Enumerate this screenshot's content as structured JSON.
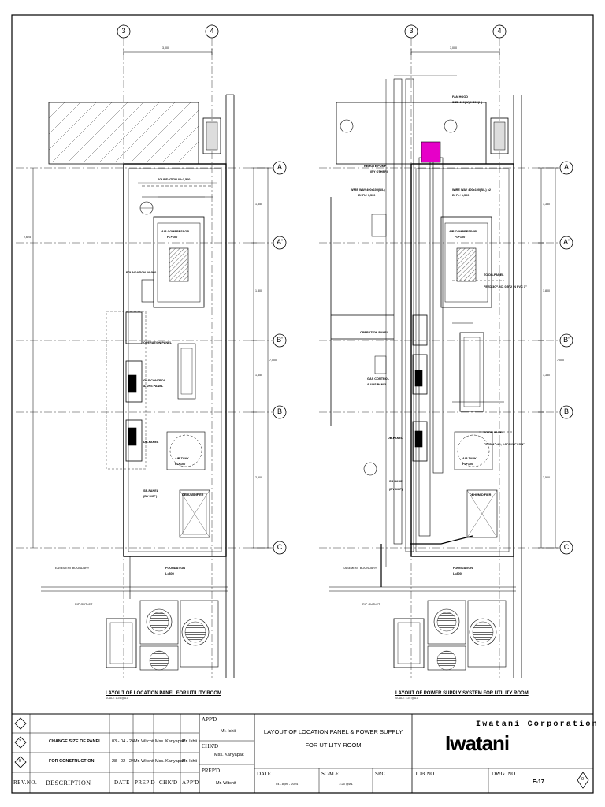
{
  "sheet": {
    "left_title": "LAYOUT OF LOCATION PANEL FOR UTILITY ROOM",
    "left_scale": "SCALE 1:25 @A1",
    "right_title": "LAYOUT OF POWER SUPPLY SYSTEM FOR UTILITY ROOM",
    "right_scale": "SCALE 1:25 @A1"
  },
  "grid": {
    "cols": [
      "3",
      "4"
    ],
    "rows": [
      "A",
      "A'",
      "B'",
      "B",
      "C"
    ],
    "col_dim": "3,000",
    "row_dims": [
      "1,350",
      "1,800",
      "1,350",
      "2,500"
    ],
    "total_dim": "7,000",
    "overall_left": "2,625"
  },
  "left_plan": {
    "labels": {
      "foundation_top": "FOUNDATION W=1,500",
      "compressor": "AIR COMPRESSOR",
      "compressor_fl": "FL+100",
      "foundation_small": "FOUNDATION W=500",
      "operation_panel": "OPERATION PANEL",
      "gas_control": "GAS CONTROL",
      "ups_panel": "& UPS PANEL",
      "db_panel": "DB-PANEL",
      "air_tank": "AIR TANK",
      "air_tank_fl": "FL+100",
      "sb_panel": "SB-PANEL",
      "by_mcp": "(BY MCP)",
      "dehumidifier": "DEHUMIDIFIER",
      "foundation_bottom": "FOUNDATION",
      "foundation_bottom_l": "L=800",
      "easement": "EASEMENT BOUNDARY",
      "rip_outlet": "RIP OUTLET"
    }
  },
  "right_plan": {
    "labels": {
      "fan_hood": "FAN HOOD",
      "fan_hood_size": "SIZE 300(W) X 500(H)",
      "remote_pump": "REMOTE PUMP",
      "by_other": "(BY OTHER)",
      "wire_left": "WIRE WAY 400x100(B/L)",
      "wire_left_fl": "B+FL+1,500",
      "wire_right": "WIRE WAY 400x100(B/L) x2",
      "wire_right_fl": "B+FL+1,500",
      "to_db_panel_1": "TO DB-PANEL",
      "feed_1": "FEED 3C^-4C, 0.5^2 IN PVC 1\"",
      "operation_panel": "OPERATION PANEL",
      "gas_control": "GAS CONTROL",
      "ups_panel": "& UPS PANEL",
      "to_db_panel_2": "TO DB-PANEL",
      "feed_2": "FEED 4^-4C, 0.5^2 IN PVC 1\"",
      "db_panel": "DB-PANEL",
      "sb_panel": "SB-PANEL",
      "by_mcp": "(BY MCP)",
      "foundation_bottom": "FOUNDATION",
      "foundation_bottom_l": "L=800"
    },
    "accent": "#e600c8"
  },
  "title_block": {
    "revisions": [
      {
        "rev": "2",
        "description": "CHANGE SIZE OF PANEL",
        "date": "03 - 04 - 24",
        "prepd": "Mr. Witchit",
        "chkd": "Mss. Kanyapak",
        "appd": "Mr. Ishii"
      },
      {
        "rev": "0",
        "description": "FOR CONSTRUCTION",
        "date": "28 - 02 - 24",
        "prepd": "Mr. Witchit",
        "chkd": "Mss. Kanyapak",
        "appd": "Mr. Ishii"
      }
    ],
    "headers": {
      "rev_no": "REV.NO.",
      "description": "DESCRIPTION",
      "date": "DATE",
      "prepd": "PREP'D",
      "chkd": "CHK'D",
      "appd": "APP'D"
    },
    "sign": {
      "appd_label": "APP'D",
      "appd_name": "Mr. Ishii",
      "chkd_label": "CHK'D",
      "chkd_name": "Mss. Kanyapak",
      "prepd_label": "PREP'D",
      "prepd_name": "Mr. Witchit"
    },
    "project": {
      "line1": "LAYOUT OF LOCATION PANEL & POWER SUPPLY",
      "line2": "FOR UTILITY ROOM"
    },
    "meta": {
      "date_label": "DATE",
      "date_value": "04 - April - 2024",
      "scale_label": "SCALE",
      "scale_value": "1:25 @A1",
      "src_label": "SRC.",
      "job_label": "JOB NO.",
      "dwg_label": "DWG. NO.",
      "dwg_value": "E-17",
      "rev_value": "0"
    },
    "company": "Iwatani Corporation",
    "logo": "Iwatani"
  }
}
